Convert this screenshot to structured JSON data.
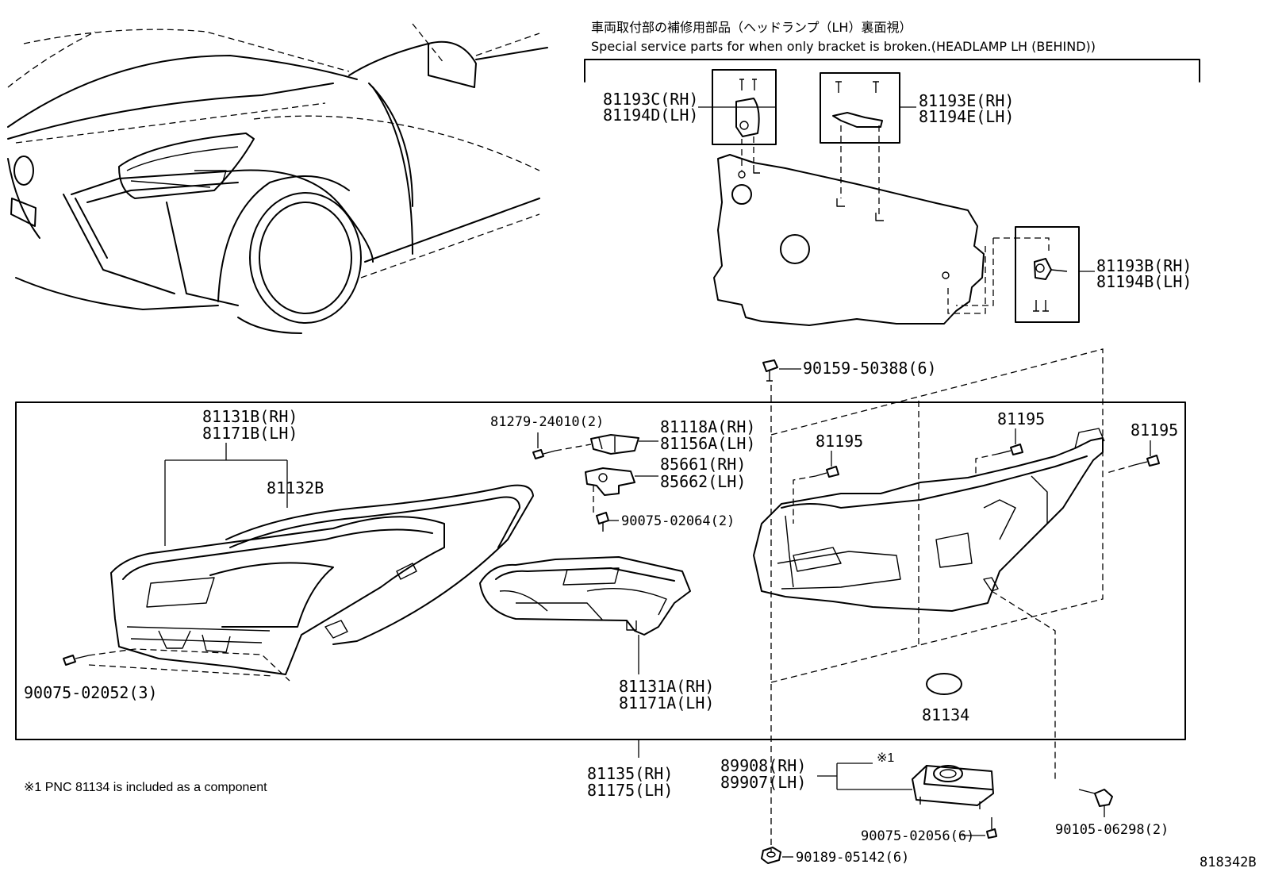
{
  "title": {
    "jp": "車両取付部の補修用部品（ヘッドランプ（LH）裏面視）",
    "en": "Special service parts for when only bracket is broken.(HEADLAMP LH (BEHIND))"
  },
  "labels": {
    "p81193C": "81193C(RH)",
    "p81194D": "81194D(LH)",
    "p81193E": "81193E(RH)",
    "p81194E": "81194E(LH)",
    "p81193B": "81193B(RH)",
    "p81194B": "81194B(LH)",
    "p90159": "90159-50388(6)",
    "p81131B": "81131B(RH)",
    "p81171B": "81171B(LH)",
    "p81132B": "81132B",
    "p81279": "81279-24010(2)",
    "p81118A": "81118A(RH)",
    "p81156A": "81156A(LH)",
    "p85661": "85661(RH)",
    "p85662": "85662(LH)",
    "p90075_64": "90075-02064(2)",
    "p81195a": "81195",
    "p81195b": "81195",
    "p81195c": "81195",
    "p90075_52": "90075-02052(3)",
    "p81131A": "81131A(RH)",
    "p81171A": "81171A(LH)",
    "p81134": "81134",
    "p81135": "81135(RH)",
    "p81175": "81175(LH)",
    "p89908": "89908(RH)",
    "p89907": "89907(LH)",
    "mark1": "※1",
    "p90075_56": "90075-02056(6)",
    "p90105": "90105-06298(2)",
    "p90189": "90189-05142(6)",
    "footnote": "※1 PNC 81134 is included as a component",
    "fig_id": "818342B"
  }
}
